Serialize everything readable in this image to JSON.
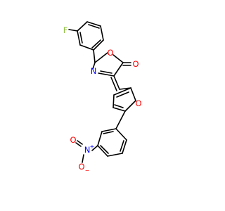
{
  "molecule": {
    "atoms": {
      "fluorine": "F",
      "ring_oxygen": "O",
      "carbonyl_oxygen": "O",
      "ring_nitrogen": "N",
      "furan_oxygen": "O",
      "nitro_nitrogen": "N",
      "nitro_oxygen_top": "O",
      "nitro_oxygen_bottom": "O"
    },
    "charges": {
      "nitro_nitrogen": "+",
      "nitro_oxygen_bottom": "−"
    },
    "colors": {
      "bond": "#000000",
      "fluorine": "#8fbf3f",
      "oxygen": "#ff0000",
      "nitrogen": "#0000ff"
    }
  }
}
